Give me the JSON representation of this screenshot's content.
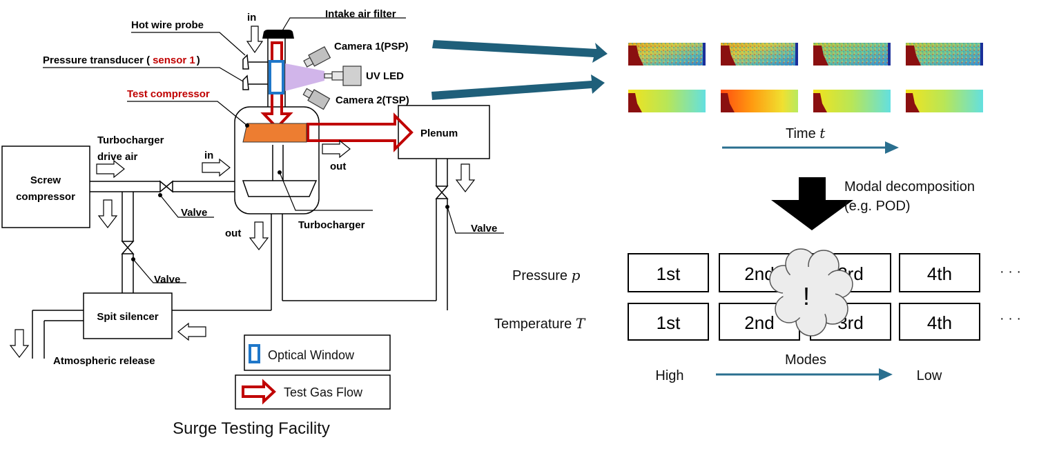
{
  "labels": {
    "intake_filter": "Intake air filter",
    "hot_wire": "Hot wire probe",
    "in_top": "in",
    "pressure_transducer_a": "Pressure transducer (",
    "sensor1": "sensor 1",
    "pressure_transducer_b": ")",
    "camera1": "Camera 1(PSP)",
    "uv_led": "UV LED",
    "camera2": "Camera 2(TSP)",
    "test_compressor": "Test compressor",
    "turbo_drive_1": "Turbocharger",
    "turbo_drive_2": "drive air",
    "in_mid": "in",
    "out_mid": "out",
    "plenum": "Plenum",
    "screw_1": "Screw",
    "screw_2": "compressor",
    "valve_left": "Valve",
    "out_bottom": "out",
    "turbocharger": "Turbocharger",
    "valve_right": "Valve",
    "valve_bottom": "Valve",
    "spit_silencer": "Spit silencer",
    "atmospheric": "Atmospheric release"
  },
  "legend": {
    "optical_window": "Optical Window",
    "test_gas_flow": "Test Gas Flow"
  },
  "caption": "Surge Testing Facility",
  "time_label": "Time",
  "time_var": "t",
  "modal_1": "Modal decomposition",
  "modal_2": "(e.g. POD)",
  "pressure_label": "Pressure",
  "pressure_var": "p",
  "temperature_label": "Temperature",
  "temperature_var": "T",
  "mode_boxes": {
    "pressure": [
      "1st",
      "2nd",
      "3rd",
      "4th"
    ],
    "temperature": [
      "1st",
      "2nd",
      "3rd",
      "4th"
    ]
  },
  "ellipsis": "· · ·",
  "exclamation": "!",
  "modes_label": "Modes",
  "high_label": "High",
  "low_label": "Low",
  "colors": {
    "flow_red": "#c00000",
    "window_blue": "#1f77c9",
    "compressor_orange": "#ed7d31",
    "uv_purple": "#c9a8e6",
    "big_arrow_blue": "#1f5f7a",
    "time_arrow": "#2a6f8f"
  }
}
